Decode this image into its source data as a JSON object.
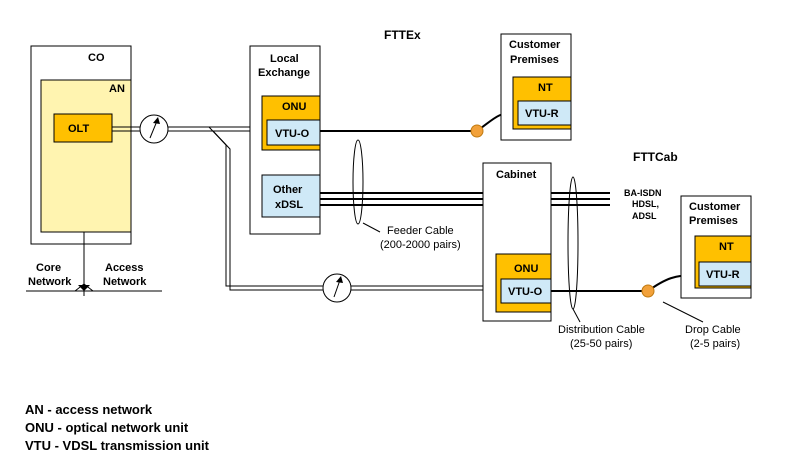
{
  "labels": {
    "fttex": "FTTEx",
    "fttcab": "FTTCab",
    "co": "CO",
    "an": "AN",
    "olt": "OLT",
    "local_exchange_1": "Local",
    "local_exchange_2": "Exchange",
    "onu_le": "ONU",
    "vtuo_le": "VTU-O",
    "other_xdsl_1": "Other",
    "other_xdsl_2": "xDSL",
    "cp1_1": "Customer",
    "cp1_2": "Premises",
    "nt1": "NT",
    "vtur1": "VTU-R",
    "cabinet": "Cabinet",
    "onu_cab": "ONU",
    "vtuo_cab": "VTU-O",
    "ba_isdn": "BA-ISDN",
    "hdsl": "HDSL,",
    "adsl": "ADSL",
    "cp2_1": "Customer",
    "cp2_2": "Premises",
    "nt2": "NT",
    "vtur2": "VTU-R",
    "feeder_1": "Feeder Cable",
    "feeder_2": "(200-2000 pairs)",
    "core_1": "Core",
    "core_2": "Network",
    "access_1": "Access",
    "access_2": "Network",
    "dist_1": "Distribution Cable",
    "dist_2": "(25-50 pairs)",
    "drop_1": "Drop Cable",
    "drop_2": "(2-5 pairs)"
  },
  "legend": [
    "AN - access network",
    "ONU - optical network unit",
    "VTU - VDSL transmission unit"
  ],
  "colors": {
    "orange": "#ffc000",
    "light_yellow": "#fff4b0",
    "light_blue": "#cfe9f7",
    "drop_dot": "#f2a13a"
  }
}
